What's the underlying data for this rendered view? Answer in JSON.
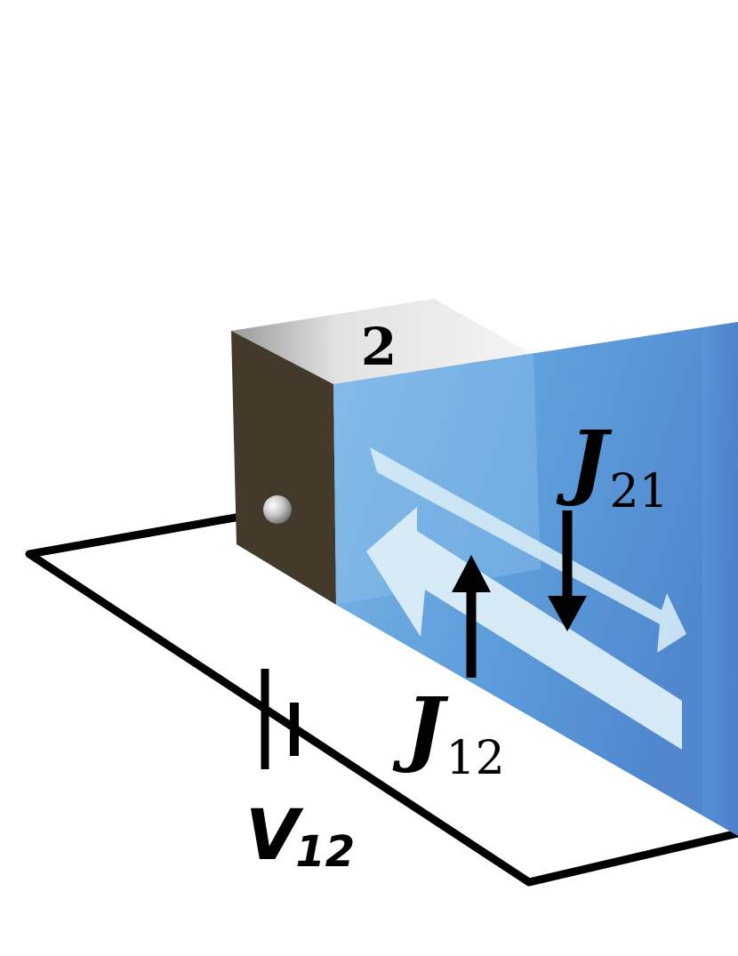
{
  "diagram": {
    "terminal_label": "2",
    "current_21": {
      "symbol": "J",
      "subscript": "21"
    },
    "current_12": {
      "symbol": "J",
      "subscript": "12"
    },
    "voltage": {
      "symbol": "V",
      "subscript": "12"
    }
  },
  "colors": {
    "channel_front": "#5f9fdc",
    "channel_top": "#79b4e8",
    "block_front": "#443a2c",
    "block_top": "#e4e4e4",
    "flow_arrow": "#dceef8",
    "wire": "#000000"
  },
  "icons": {
    "terminal_contact": "contact-ball-icon",
    "battery": "battery-icon"
  }
}
